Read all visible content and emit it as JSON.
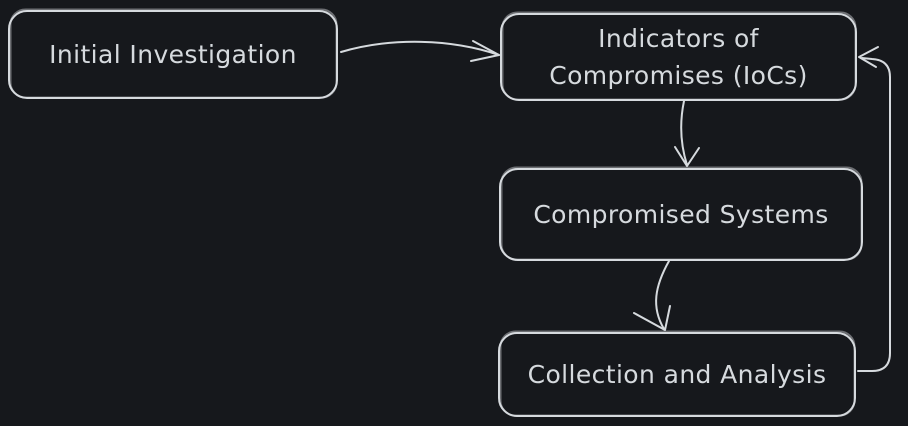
{
  "canvas": {
    "background": "#16181c",
    "stroke_color": "#d6dade",
    "text_color": "#d6dade"
  },
  "diagram": {
    "type": "flowchart",
    "nodes": [
      {
        "id": "initial-investigation",
        "label": "Initial Investigation",
        "lines": [
          "Initial Investigation"
        ]
      },
      {
        "id": "indicators-of-compromises",
        "label": "Indicators of Compromises (IoCs)",
        "lines": [
          "Indicators of",
          "Compromises (IoCs)"
        ]
      },
      {
        "id": "compromised-systems",
        "label": "Compromised Systems",
        "lines": [
          "Compromised Systems"
        ]
      },
      {
        "id": "collection-and-analysis",
        "label": "Collection and Analysis",
        "lines": [
          "Collection and Analysis"
        ]
      }
    ],
    "edges": [
      {
        "from": "initial-investigation",
        "to": "indicators-of-compromises",
        "direction": "right"
      },
      {
        "from": "indicators-of-compromises",
        "to": "compromised-systems",
        "direction": "down"
      },
      {
        "from": "compromised-systems",
        "to": "collection-and-analysis",
        "direction": "down"
      },
      {
        "from": "collection-and-analysis",
        "to": "indicators-of-compromises",
        "direction": "up-loop"
      }
    ]
  }
}
